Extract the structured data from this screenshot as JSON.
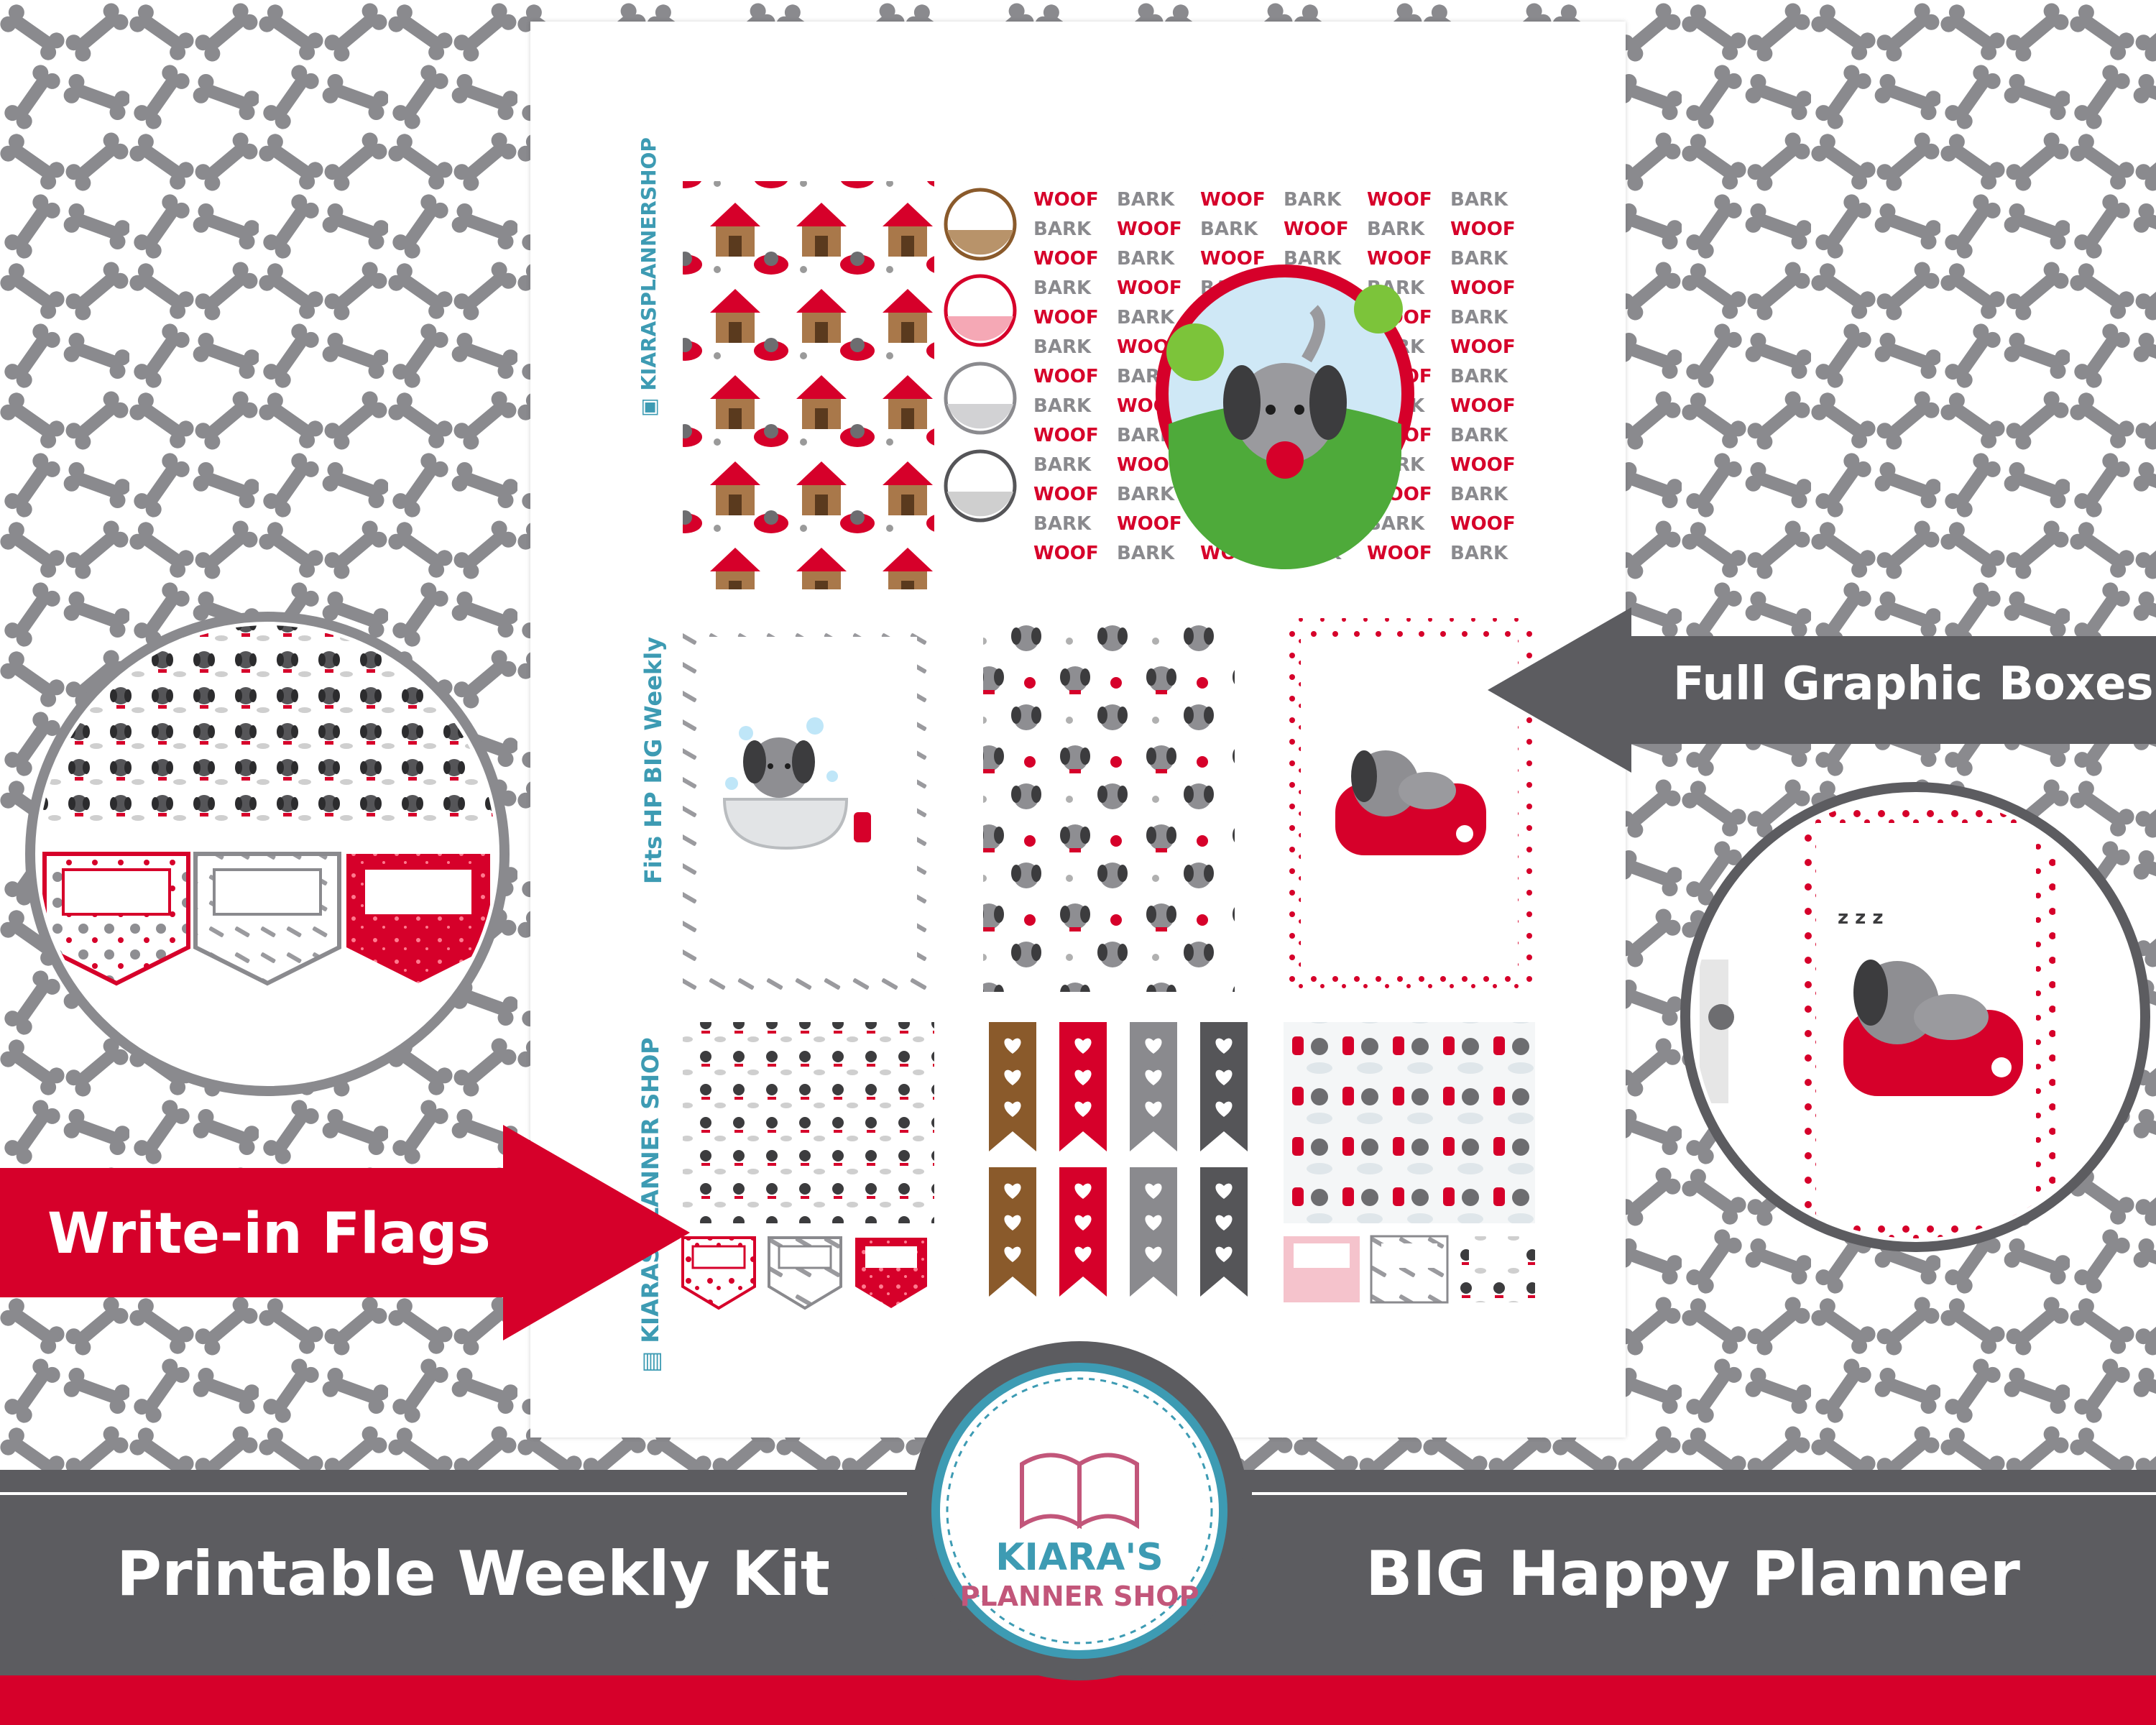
{
  "sheet": {
    "instagram_handle": "KIARASPLANNERSHOP",
    "fit_label": "Fits HP BIG Weekly",
    "shop_label": "KIARAS PLANNER SHOP",
    "banner_words": [
      "WOOF",
      "BARK"
    ]
  },
  "callouts": {
    "full_graphic_boxes": "Full Graphic Boxes",
    "write_in_flags": "Write-in Flags"
  },
  "footer": {
    "left_title": "Printable Weekly Kit",
    "right_title": "BIG Happy Planner"
  },
  "logo": {
    "line1": "KIARA'S",
    "line2": "PLANNER SHOP"
  },
  "colors": {
    "brand_red": "#d6002a",
    "band_gray": "#5c5c60",
    "bone_gray": "#8a8a8e",
    "teal": "#3d9bb3",
    "brown": "#8a5a2b",
    "pink": "#c2567a"
  }
}
